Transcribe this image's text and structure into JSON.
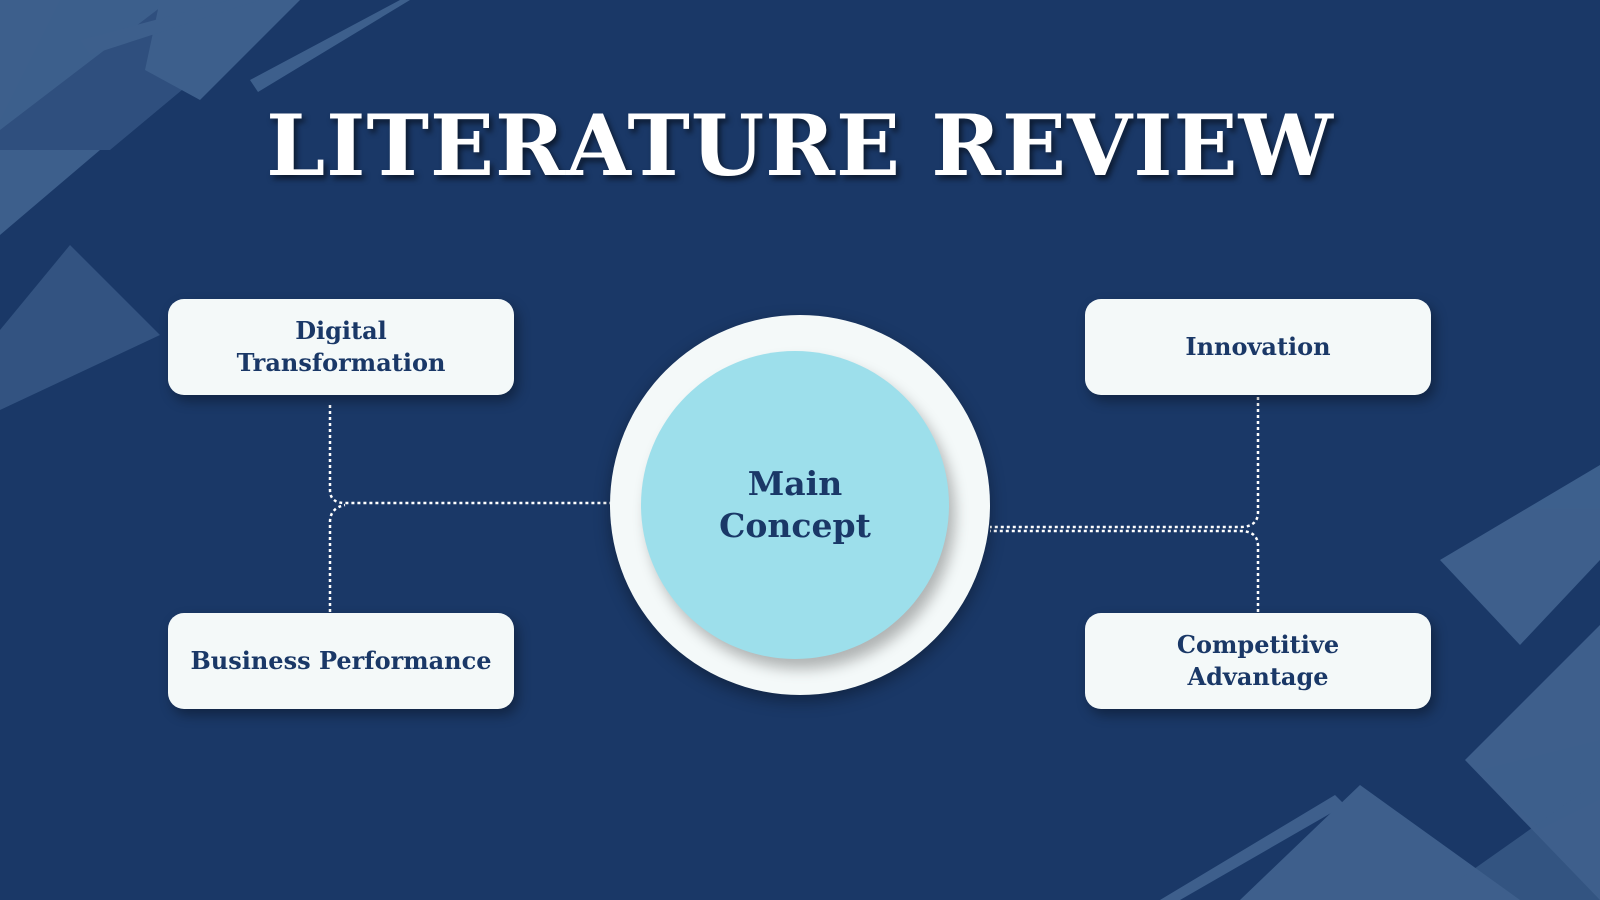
{
  "slide": {
    "title": "LITERATURE REVIEW",
    "center": {
      "line1": "Main",
      "line2": "Concept"
    },
    "nodes": {
      "top_left": "Digital Transformation",
      "bottom_left": "Business Performance",
      "top_right": "Innovation",
      "bottom_right": "Competitive Advantage"
    }
  },
  "colors": {
    "background": "#1a3867",
    "box_fill": "#f4f9f9",
    "center_fill": "#9ddfeb",
    "text_dark": "#1a3867",
    "decoration": "#4a6d99"
  }
}
